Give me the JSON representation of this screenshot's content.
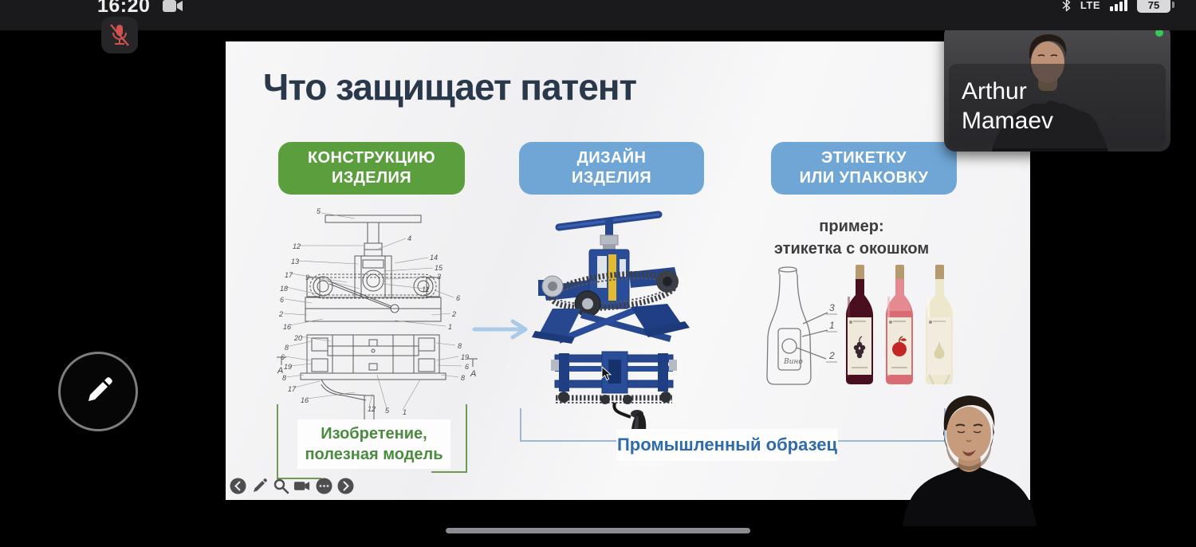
{
  "status_bar": {
    "time": "16:20",
    "network": "LTE",
    "battery_percent": "75",
    "icons": [
      "video-camera-icon",
      "bluetooth-icon",
      "signal-bars-icon",
      "battery-icon"
    ]
  },
  "call_controls": {
    "mute_icon": "microphone-muted-icon",
    "annotate_icon": "pencil-icon"
  },
  "participant": {
    "name_line1": "Arthur",
    "name_line2": "Mamaev"
  },
  "slide": {
    "title": "Что защищает патент",
    "categories": [
      {
        "label": "КОНСТРУКЦИЮ\nИЗДЕЛИЯ",
        "color": "#5b9e3d"
      },
      {
        "label": "ДИЗАЙН\nИЗДЕЛИЯ",
        "color": "#6fa6d6"
      },
      {
        "label": "ЭТИКЕТКУ\nИЛИ УПАКОВКУ",
        "color": "#6fa6d6"
      }
    ],
    "patent_drawing": {
      "section_label": "A",
      "callouts": [
        "5",
        "12",
        "13",
        "17",
        "9",
        "18",
        "6",
        "2",
        "16",
        "20",
        "8",
        "6",
        "19",
        "8",
        "17",
        "16",
        "4",
        "14",
        "15",
        "3",
        "11",
        "6",
        "2",
        "1",
        "8",
        "19",
        "6",
        "8",
        "12",
        "5",
        "1"
      ]
    },
    "example_caption": "пример:\nэтикетка с окошком",
    "bottle_sketch": {
      "label_text": "Вино",
      "callouts": [
        "3",
        "1",
        "2"
      ]
    },
    "footer_labels": {
      "invention": {
        "text": "Изобретение,\nполезная модель",
        "color": "#4a8b3f"
      },
      "industrial_design": {
        "text": "Промышленный образец",
        "color": "#2f6ba8"
      }
    },
    "toolbar_icons": [
      "previous-slide",
      "draw",
      "zoom",
      "camera",
      "more",
      "next-slide"
    ],
    "arrow_color": "#a9cae8"
  }
}
